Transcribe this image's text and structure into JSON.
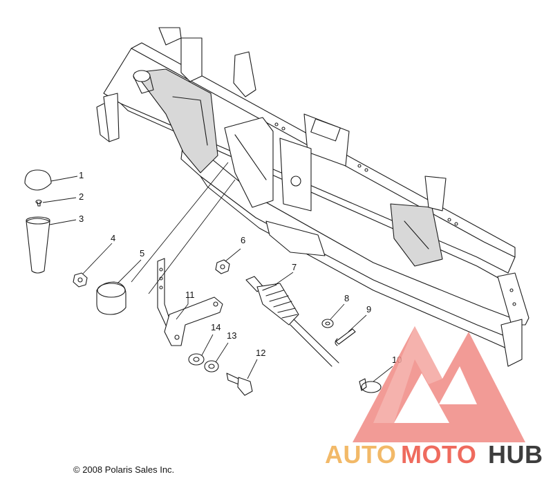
{
  "callouts": [
    {
      "id": "1",
      "label": "1"
    },
    {
      "id": "2",
      "label": "2"
    },
    {
      "id": "3",
      "label": "3"
    },
    {
      "id": "4",
      "label": "4"
    },
    {
      "id": "5",
      "label": "5"
    },
    {
      "id": "6",
      "label": "6"
    },
    {
      "id": "7",
      "label": "7"
    },
    {
      "id": "8",
      "label": "8"
    },
    {
      "id": "9",
      "label": "9"
    },
    {
      "id": "10",
      "label": "10"
    },
    {
      "id": "11",
      "label": "11"
    },
    {
      "id": "12",
      "label": "12"
    },
    {
      "id": "13",
      "label": "13"
    },
    {
      "id": "14",
      "label": "14"
    }
  ],
  "copyright": "© 2008 Polaris Sales Inc.",
  "watermark": {
    "part1": "AUTO",
    "part2": "MOTO",
    "part3": "HUB",
    "colors": {
      "auto": "#f2b968",
      "moto": "#ef6b5e",
      "hub": "#3d3d3d",
      "logo": "#f08a84"
    }
  }
}
